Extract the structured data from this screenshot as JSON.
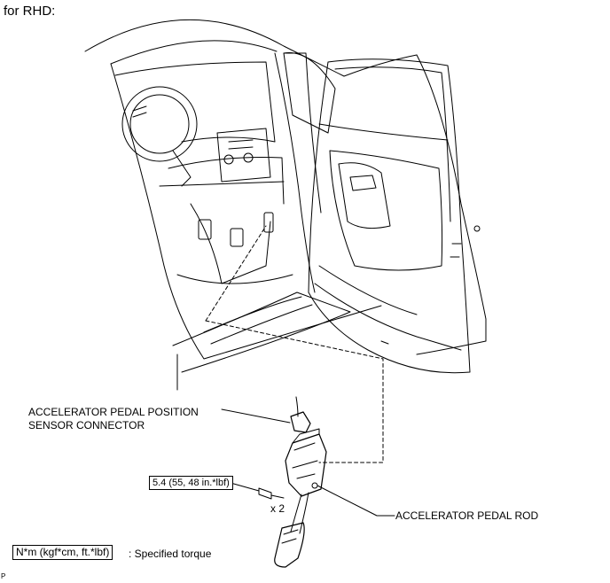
{
  "title": "for RHD:",
  "callouts": {
    "connector_line1": "ACCELERATOR PEDAL POSITION",
    "connector_line2": "SENSOR CONNECTOR",
    "torque_value": "5.4 (55, 48 in.*lbf)",
    "quantity": "x 2",
    "pedal_rod": "ACCELERATOR PEDAL ROD"
  },
  "legend": {
    "symbol": "N*m (kgf*cm, ft.*lbf)",
    "text": ": Specified torque"
  },
  "page_code": "P"
}
